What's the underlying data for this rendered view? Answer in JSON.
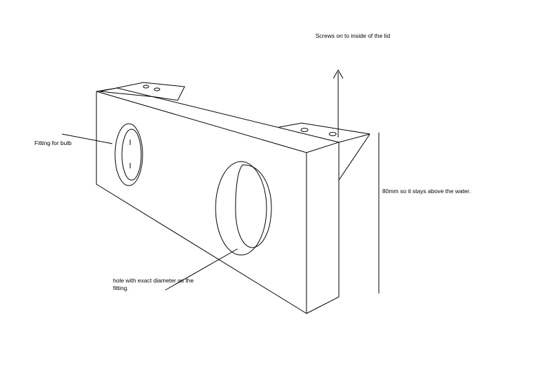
{
  "labels": {
    "screws": "Screws on to inside of the lid",
    "fitting": "Fitting for bulb",
    "height": "80mm so it stays above the water.",
    "hole": "hole with exact diameter as the fitting."
  },
  "colors": {
    "background": "#ffffff",
    "ink": "#000000"
  }
}
